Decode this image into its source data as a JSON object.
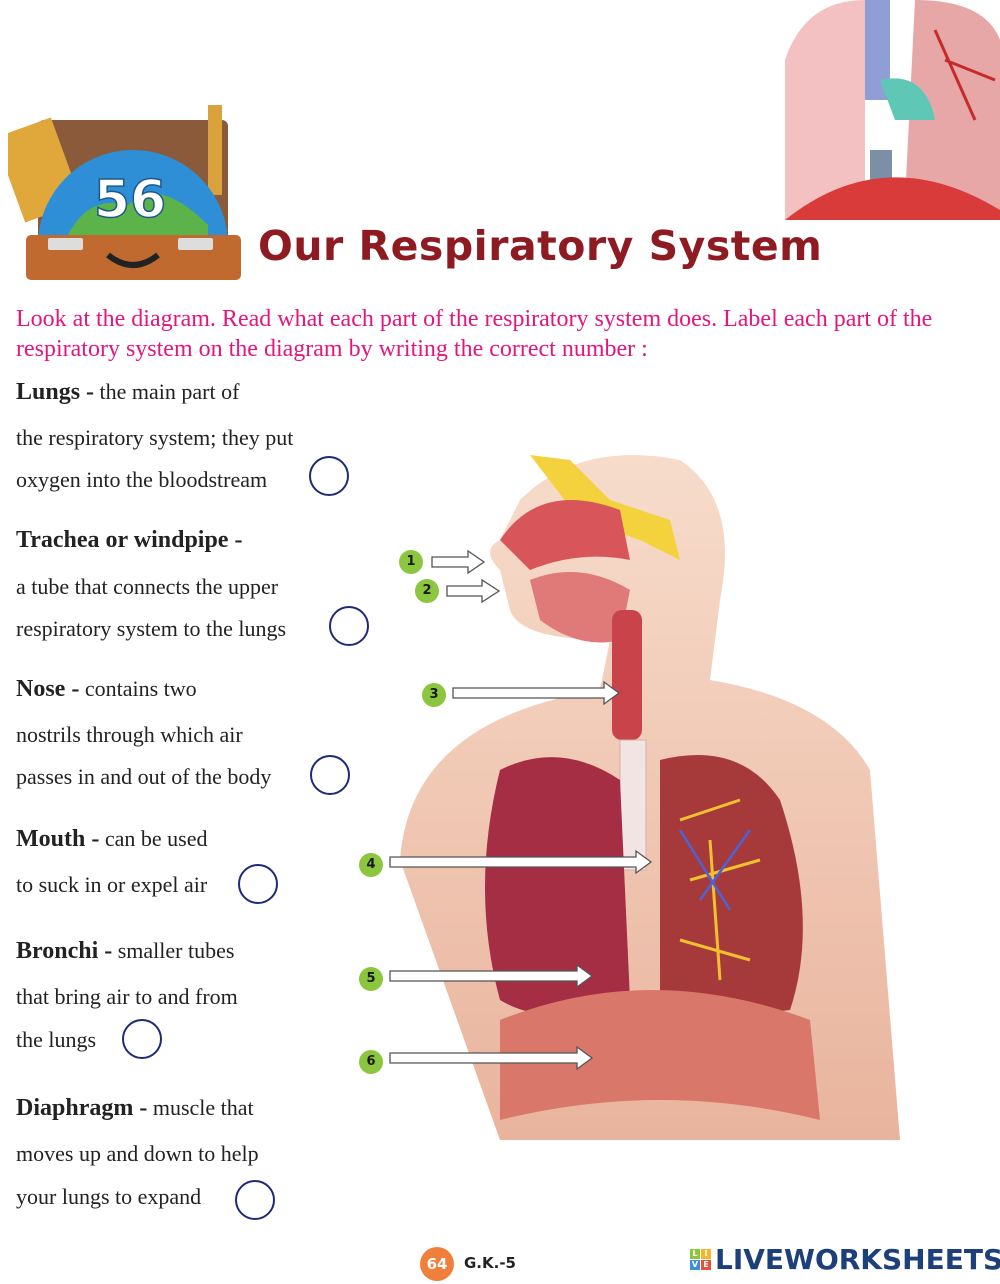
{
  "header": {
    "lesson_number": "56",
    "title": "Our Respiratory System"
  },
  "instructions": "Look at the diagram. Read what each part of the respiratory system does. Label each part of the respiratory system on the diagram by writing the correct number :",
  "items": [
    {
      "term": "Lungs -",
      "lines": [
        "the main part of",
        "the respiratory system; they put",
        "oxygen into the bloodstream"
      ]
    },
    {
      "term": "Trachea or windpipe -",
      "lines": [
        "",
        "a tube that connects the upper",
        "respiratory system to the lungs"
      ]
    },
    {
      "term": "Nose -",
      "lines": [
        "contains two",
        "nostrils through which air",
        "passes in and out of the body"
      ]
    },
    {
      "term": "Mouth -",
      "lines": [
        "can be used",
        "to suck in or expel air"
      ]
    },
    {
      "term": "Bronchi -",
      "lines": [
        "smaller tubes",
        "that bring air to and from",
        "the lungs"
      ]
    },
    {
      "term": "Diaphragm -",
      "lines": [
        "muscle that",
        "moves up and down to help",
        "your lungs to expand"
      ]
    }
  ],
  "diagram_labels": [
    "1",
    "2",
    "3",
    "4",
    "5",
    "6"
  ],
  "footer": {
    "page_number": "64",
    "book": "G.K.-5",
    "brand": "LIVEWORKSHEETS",
    "brand_logo_letters": [
      "L",
      "I",
      "V",
      "E"
    ]
  },
  "colors": {
    "title": "#8e1b22",
    "instructions": "#e5157f",
    "answer_circle": "#1e2a78",
    "badge": "#8cc63f",
    "brand": "#1d3f7a"
  }
}
